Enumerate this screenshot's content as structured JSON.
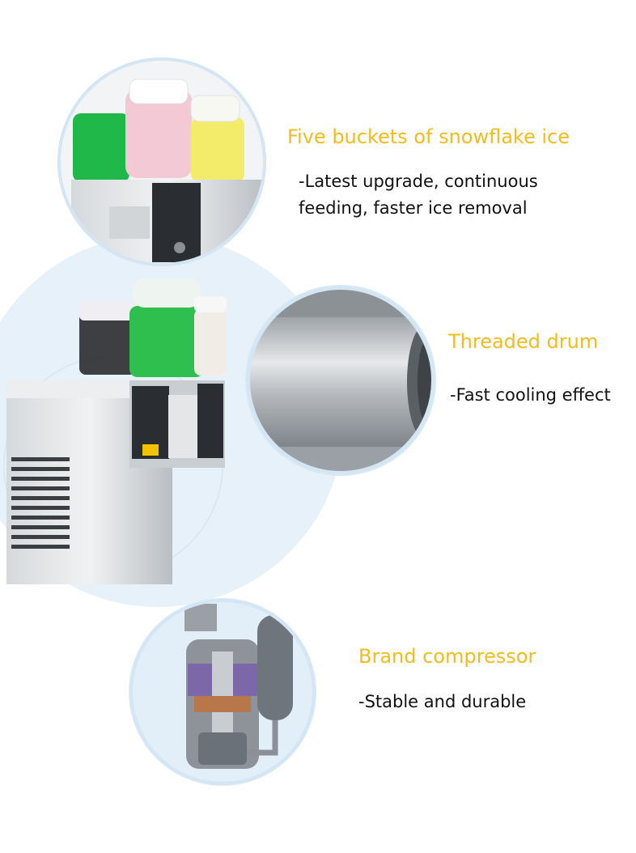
{
  "features": [
    {
      "title": "Five buckets of snowflake ice",
      "desc": [
        "-Latest upgrade, continuous",
        "feeding, faster ice removal"
      ],
      "icon": "bucket-closeup-image"
    },
    {
      "title": "Threaded drum",
      "desc": [
        "-Fast cooling effect"
      ],
      "icon": "drum-closeup-image"
    },
    {
      "title": "Brand compressor",
      "desc": [
        "-Stable and durable"
      ],
      "icon": "compressor-cutaway-image"
    }
  ],
  "colors": {
    "title": "#f4bb1c",
    "text": "#111111",
    "backdrop": "#e6f1fa",
    "ring": "#d4e6f4"
  }
}
